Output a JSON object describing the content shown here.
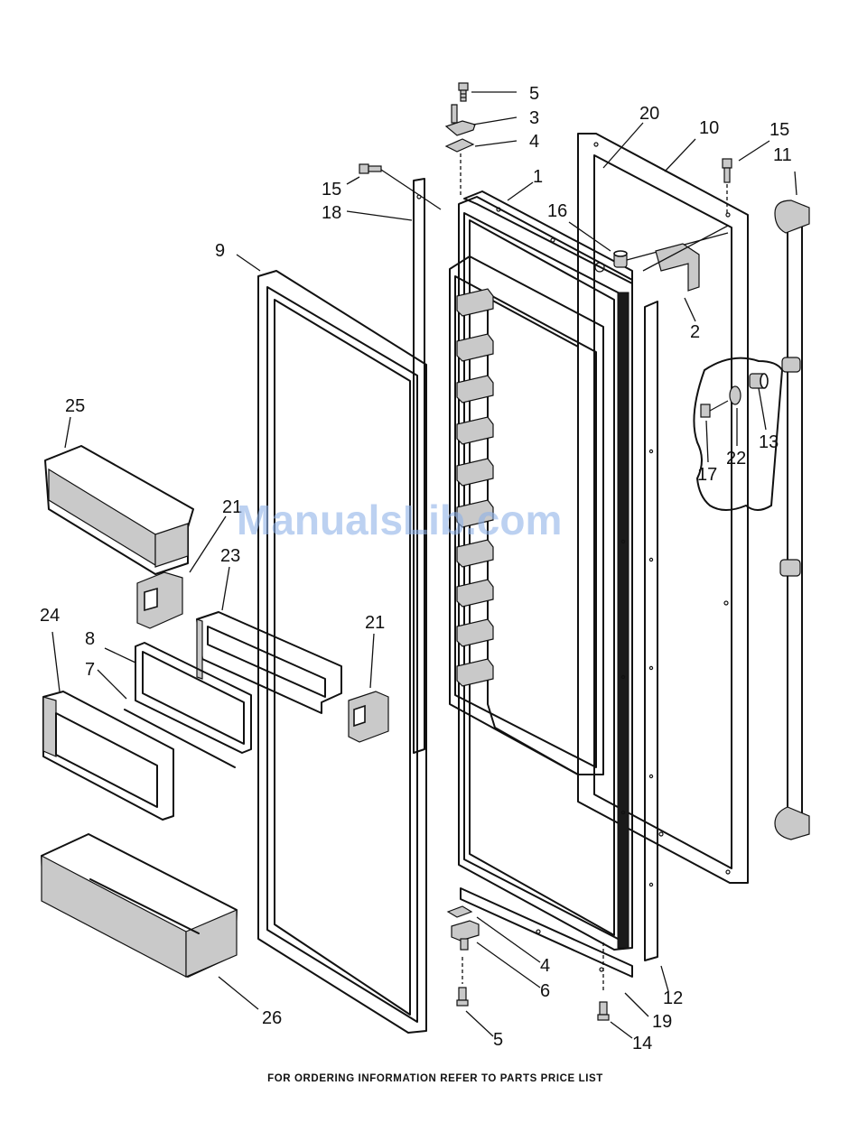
{
  "watermark": "ManualsLib.com",
  "footer_note": "FOR ORDERING INFORMATION REFER TO PARTS PRICE LIST",
  "callouts": [
    "5",
    "3",
    "4",
    "20",
    "10",
    "15",
    "11",
    "1",
    "15",
    "18",
    "16",
    "9",
    "2",
    "25",
    "13",
    "22",
    "17",
    "21",
    "23",
    "21",
    "24",
    "8",
    "7",
    "4",
    "6",
    "12",
    "19",
    "26",
    "5",
    "14"
  ],
  "colors": {
    "line": "#111111",
    "shading": "#c9c9c9",
    "watermark": "#8fb2e8",
    "background": "#ffffff"
  }
}
